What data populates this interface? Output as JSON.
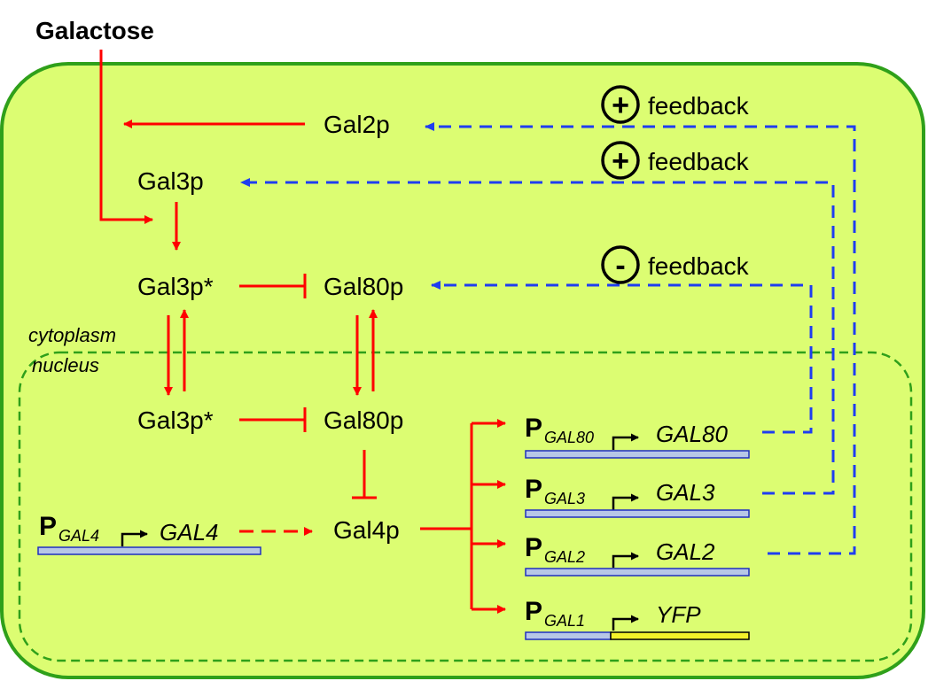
{
  "title": "Galactose",
  "compartments": {
    "cytoplasm": "cytoplasm",
    "nucleus": "nucleus"
  },
  "proteins": {
    "gal2p": "Gal2p",
    "gal3p": "Gal3p",
    "gal3p_active_cyto": "Gal3p*",
    "gal80p_cyto": "Gal80p",
    "gal3p_active_nuc": "Gal3p*",
    "gal80p_nuc": "Gal80p",
    "gal4p": "Gal4p"
  },
  "feedback": [
    {
      "sign": "+",
      "label": "feedback"
    },
    {
      "sign": "+",
      "label": "feedback"
    },
    {
      "sign": "-",
      "label": "feedback"
    }
  ],
  "genes": [
    {
      "promoter": "P",
      "promoter_sub": "GAL80",
      "gene": "GAL80"
    },
    {
      "promoter": "P",
      "promoter_sub": "GAL3",
      "gene": "GAL3"
    },
    {
      "promoter": "P",
      "promoter_sub": "GAL2",
      "gene": "GAL2"
    },
    {
      "promoter": "P",
      "promoter_sub": "GAL1",
      "gene": "YFP"
    },
    {
      "promoter": "P",
      "promoter_sub": "GAL4",
      "gene": "GAL4"
    }
  ],
  "colors": {
    "cell_fill": "#dcfd72",
    "cell_border": "#2fa01a",
    "nucleus_border": "#2fa01a",
    "activation": "#ff0000",
    "feedback_line": "#1f3df0",
    "dna_bar": "#b7c7e6",
    "dna_border": "#1f2fc0",
    "reporter_bar": "#f4f22a"
  }
}
